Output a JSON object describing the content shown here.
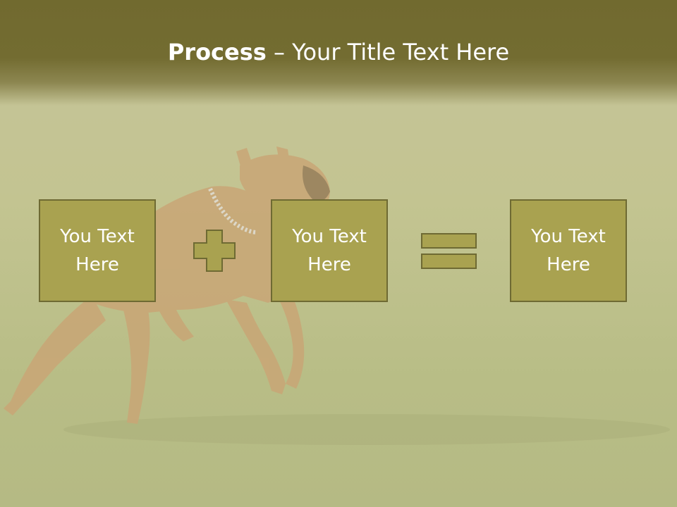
{
  "title": {
    "bold": "Process",
    "dash": " – ",
    "rest": "Your Title Text Here"
  },
  "process": {
    "boxes": [
      {
        "label": "You Text Here"
      },
      {
        "label": "You Text Here"
      },
      {
        "label": "You Text Here"
      }
    ],
    "operators": [
      "plus-icon",
      "equals-icon"
    ]
  },
  "colors": {
    "title_band": "#736c31",
    "box_fill": "#a9a250",
    "box_border": "#6e6a33",
    "text": "#ffffff"
  }
}
